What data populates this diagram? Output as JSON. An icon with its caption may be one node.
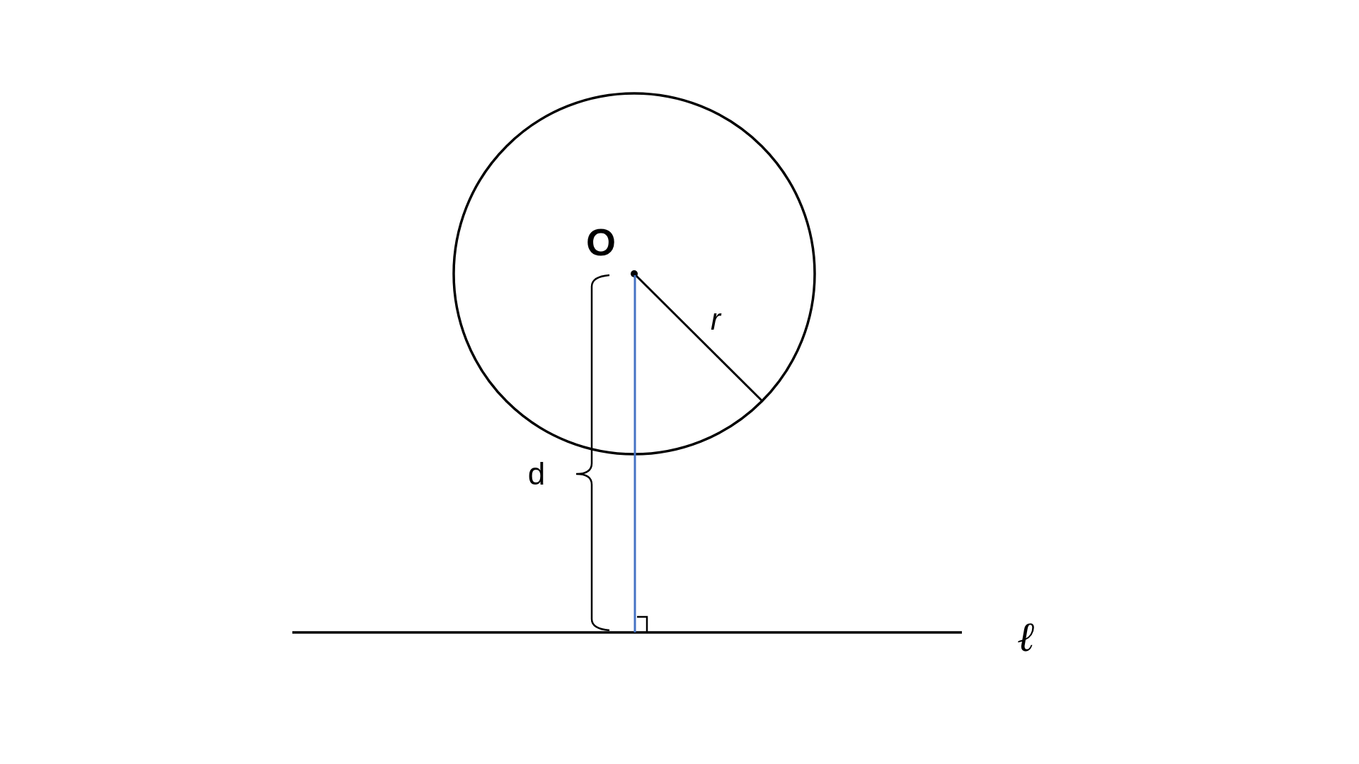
{
  "diagram": {
    "labels": [
      "O",
      "r",
      "d",
      "ℓ"
    ]
  }
}
